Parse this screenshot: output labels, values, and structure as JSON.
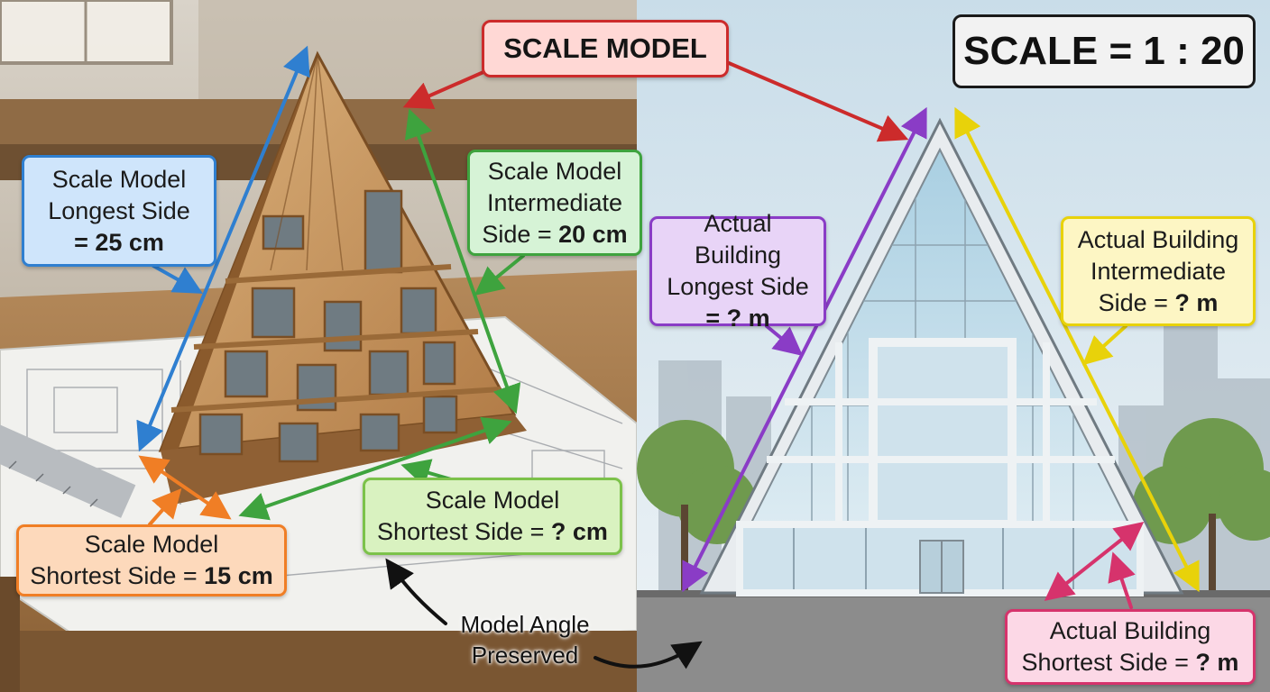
{
  "title": "SCALE MODEL",
  "scale": "SCALE = 1 : 20",
  "colors": {
    "blue": "#2f7fd0",
    "green": "#3ea33e",
    "orange": "#f07e25",
    "lime": "#7cc24a",
    "red": "#cc2b2b",
    "purple": "#8a3cc6",
    "yellow": "#e8d20a",
    "pink": "#d6336c"
  },
  "model": {
    "longest": {
      "line1": "Scale Model",
      "line2": "Longest Side",
      "line3": "= 25 cm"
    },
    "intermediate": {
      "line1": "Scale Model",
      "line2": "Intermediate",
      "line3_prefix": "Side = ",
      "line3_value": "20 cm"
    },
    "shortest_known": {
      "line1": "Scale Model",
      "line2_prefix": "Shortest Side = ",
      "line2_value": "15 cm"
    },
    "shortest_unknown": {
      "line1": "Scale Model",
      "line2_prefix": "Shortest Side = ",
      "line2_value": "? cm"
    }
  },
  "building": {
    "longest": {
      "line1": "Actual Building",
      "line2": "Longest Side",
      "line3": "= ? m"
    },
    "intermediate": {
      "line1": "Actual Building",
      "line2": "Intermediate",
      "line3_prefix": "Side = ",
      "line3_value": "? m"
    },
    "shortest": {
      "line1": "Actual Building",
      "line2_prefix": "Shortest Side = ",
      "line2_value": "? m"
    }
  },
  "angle_note": {
    "line1": "Model Angle",
    "line2": "Preserved"
  }
}
